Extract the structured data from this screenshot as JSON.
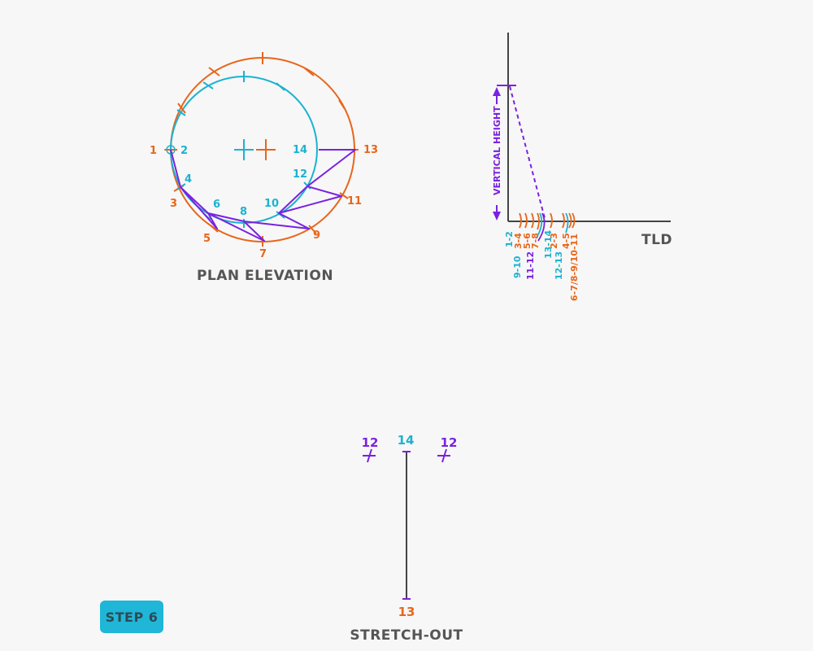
{
  "colors": {
    "outer": "#e8661a",
    "inner": "#1ab3d1",
    "triangulation": "#7a22e0",
    "axis": "#444444",
    "caption": "#555555",
    "badge_bg": "#1fb6d8"
  },
  "plan": {
    "title": "PLAN ELEVATION",
    "labels": {
      "p1": "1",
      "p2": "2",
      "p3": "3",
      "p4": "4",
      "p5": "5",
      "p6": "6",
      "p7": "7",
      "p8": "8",
      "p9": "9",
      "p10": "10",
      "p11": "11",
      "p12": "12",
      "p13": "13",
      "p14": "14"
    }
  },
  "tld": {
    "title": "TLD",
    "vertical_height": "VERTICAL HEIGHT",
    "labels": {
      "l1_2": "1-2",
      "l3_4": "3-4",
      "l5_6": "5-6",
      "l7_8": "7-8",
      "l9_10": "9-10",
      "l11_12": "11-12",
      "l13_14": "13-14",
      "l2_3": "2-3",
      "l12_13": "12-13",
      "l4_5": "4-5",
      "l6_11": "6-7/8-9/10-11"
    }
  },
  "stretch": {
    "title": "STRETCH-OUT",
    "left12": "12",
    "top14": "14",
    "right12": "12",
    "bottom13": "13"
  },
  "step": {
    "label": "STEP 6"
  }
}
